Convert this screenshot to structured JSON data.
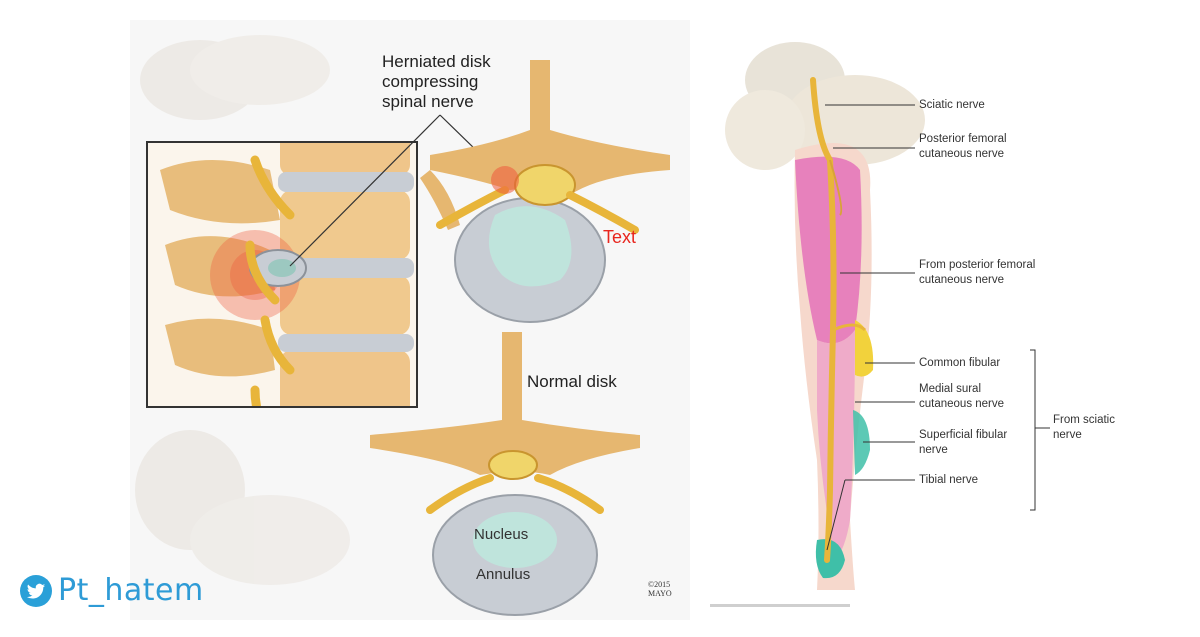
{
  "spine_figure": {
    "herniated_label_lines": [
      "Herniated disk",
      "compressing",
      "spinal nerve"
    ],
    "extra_label": "Text",
    "normal_label": "Normal disk",
    "nucleus_label": "Nucleus",
    "annulus_label": "Annulus",
    "copyright_lines": [
      "©2015",
      "MAYO"
    ]
  },
  "leg_figure": {
    "labels": {
      "sciatic": "Sciatic nerve",
      "post_fem_1": [
        "Posterior femoral",
        "cutaneous nerve"
      ],
      "post_fem_2": [
        "From posterior femoral",
        "cutaneous nerve"
      ],
      "common_fibular": "Common fibular",
      "medial_sural": [
        "Medial sural",
        "cutaneous nerve"
      ],
      "superficial_fibular": [
        "Superficial fibular",
        "nerve"
      ],
      "tibial": "Tibial nerve",
      "from_sciatic": [
        "From sciatic",
        "nerve"
      ]
    }
  },
  "watermark": {
    "icon": "twitter-bird-icon",
    "handle": "Pt_hatem"
  },
  "colors": {
    "nerve_yellow": "#e8b53a",
    "bone": "#e6b770",
    "disk_grey": "#c9ccd0",
    "nucleus": "#bfe4dc",
    "pink_region": "#e472b8",
    "yellow_region": "#f2d23c",
    "teal_region": "#3fbfa8",
    "inflammation": "#ee5a3c",
    "text_red": "#e8261e",
    "twitter_blue": "#2aa0d8"
  }
}
